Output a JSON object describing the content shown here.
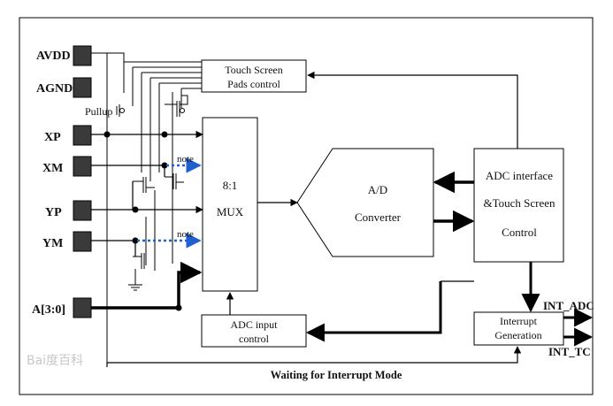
{
  "pins": {
    "avdd": "AVDD",
    "agnd": "AGND",
    "xp": "XP",
    "xm": "XM",
    "yp": "YP",
    "ym": "YM",
    "a30": "A[3:0]"
  },
  "blocks": {
    "touch_pads": [
      "Touch Screen",
      "Pads control"
    ],
    "mux": [
      "8:1",
      "MUX"
    ],
    "adc": [
      "A/D",
      "Converter"
    ],
    "adc_interface": [
      "ADC interface",
      "&Touch Screen",
      "Control"
    ],
    "adc_input": [
      "ADC input",
      "control"
    ],
    "interrupt": [
      "Interrupt",
      "Generation"
    ]
  },
  "labels": {
    "pullup": "Pullup",
    "note1": "note",
    "note2": "note",
    "int_adc": "INT_ADC",
    "int_tc": "INT_TC",
    "mode": "Waiting for Interrupt Mode",
    "watermark": "Bai度百科"
  }
}
